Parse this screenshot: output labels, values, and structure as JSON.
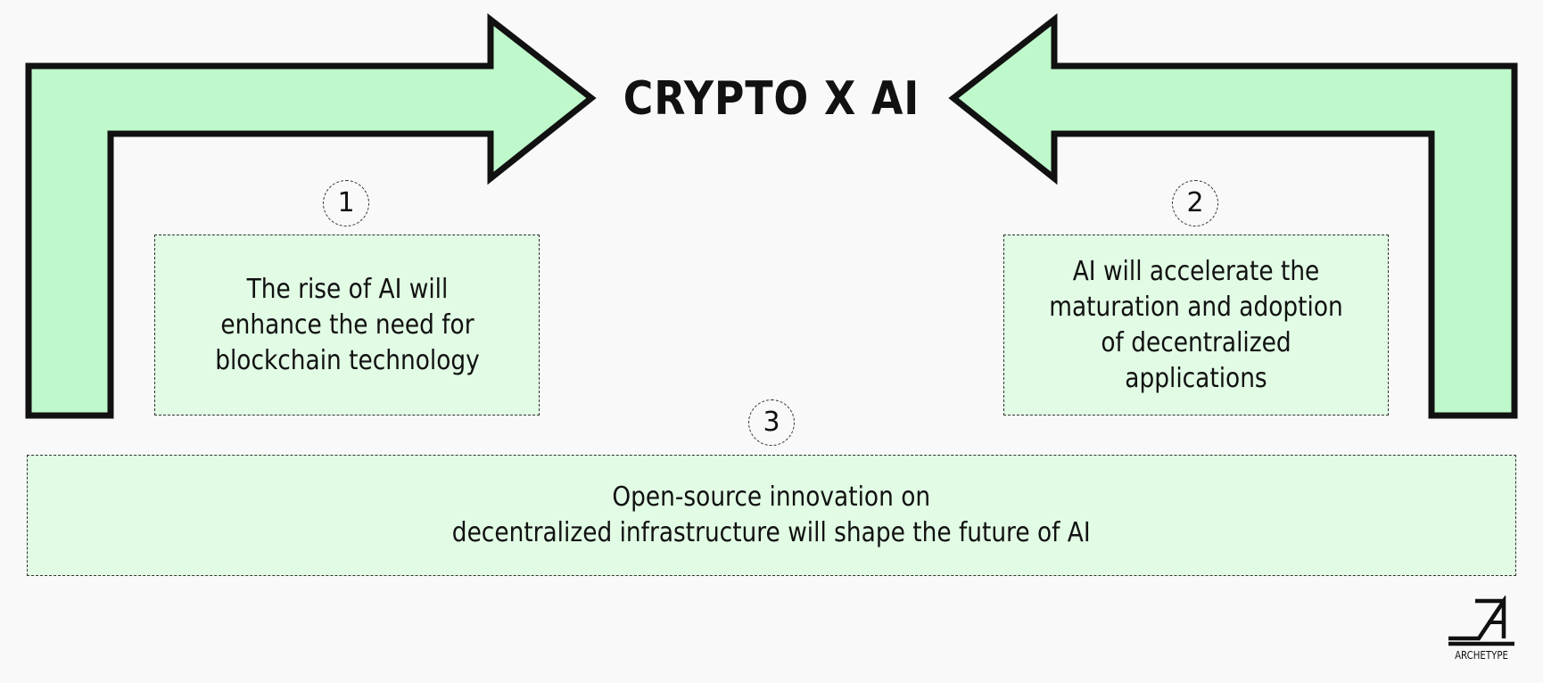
{
  "title": "CRYPTO X AI",
  "colors": {
    "arrow_fill": "#bff9cb",
    "box_fill": "#e1fbe4",
    "stroke": "#111111",
    "background": "#f9f9f9"
  },
  "items": [
    {
      "number": "1",
      "text": "The rise of AI will\nenhance the need for\nblockchain technology"
    },
    {
      "number": "2",
      "text": "AI will accelerate the\nmaturation and adoption\nof decentralized applications"
    },
    {
      "number": "3",
      "text": "Open-source innovation on\ndecentralized infrastructure will shape the future of AI"
    }
  ],
  "logo": {
    "text": "ARCHETYPE"
  }
}
